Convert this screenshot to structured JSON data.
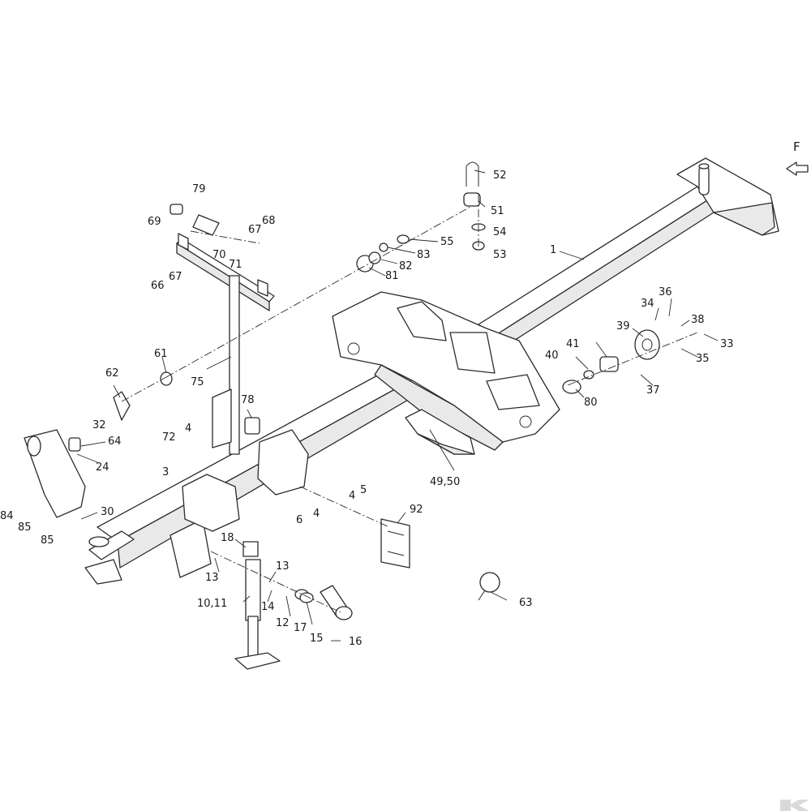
{
  "diagram": {
    "view_letter": "F",
    "labels": [
      {
        "id": "l1",
        "text": "1"
      },
      {
        "id": "l3",
        "text": "3"
      },
      {
        "id": "l4a",
        "text": "4"
      },
      {
        "id": "l4b",
        "text": "4"
      },
      {
        "id": "l4c",
        "text": "4"
      },
      {
        "id": "l5",
        "text": "5"
      },
      {
        "id": "l6",
        "text": "6"
      },
      {
        "id": "l1011",
        "text": "10,11"
      },
      {
        "id": "l12",
        "text": "12"
      },
      {
        "id": "l13a",
        "text": "13"
      },
      {
        "id": "l13b",
        "text": "13"
      },
      {
        "id": "l14",
        "text": "14"
      },
      {
        "id": "l15",
        "text": "15"
      },
      {
        "id": "l16",
        "text": "16"
      },
      {
        "id": "l17",
        "text": "17"
      },
      {
        "id": "l18",
        "text": "18"
      },
      {
        "id": "l24",
        "text": "24"
      },
      {
        "id": "l30",
        "text": "30"
      },
      {
        "id": "l32",
        "text": "32"
      },
      {
        "id": "l33",
        "text": "33"
      },
      {
        "id": "l34",
        "text": "34"
      },
      {
        "id": "l35",
        "text": "35"
      },
      {
        "id": "l36",
        "text": "36"
      },
      {
        "id": "l37",
        "text": "37"
      },
      {
        "id": "l38",
        "text": "38"
      },
      {
        "id": "l39",
        "text": "39"
      },
      {
        "id": "l40",
        "text": "40"
      },
      {
        "id": "l41",
        "text": "41"
      },
      {
        "id": "l4950",
        "text": "49,50"
      },
      {
        "id": "l51",
        "text": "51"
      },
      {
        "id": "l52",
        "text": "52"
      },
      {
        "id": "l53",
        "text": "53"
      },
      {
        "id": "l54",
        "text": "54"
      },
      {
        "id": "l55",
        "text": "55"
      },
      {
        "id": "l61",
        "text": "61"
      },
      {
        "id": "l62",
        "text": "62"
      },
      {
        "id": "l63",
        "text": "63"
      },
      {
        "id": "l64",
        "text": "64"
      },
      {
        "id": "l66",
        "text": "66"
      },
      {
        "id": "l67a",
        "text": "67"
      },
      {
        "id": "l67b",
        "text": "67"
      },
      {
        "id": "l68",
        "text": "68"
      },
      {
        "id": "l69",
        "text": "69"
      },
      {
        "id": "l70",
        "text": "70"
      },
      {
        "id": "l71",
        "text": "71"
      },
      {
        "id": "l72",
        "text": "72"
      },
      {
        "id": "l75",
        "text": "75"
      },
      {
        "id": "l78",
        "text": "78"
      },
      {
        "id": "l79",
        "text": "79"
      },
      {
        "id": "l80",
        "text": "80"
      },
      {
        "id": "l81",
        "text": "81"
      },
      {
        "id": "l82",
        "text": "82"
      },
      {
        "id": "l83",
        "text": "83"
      },
      {
        "id": "l84",
        "text": "84"
      },
      {
        "id": "l85a",
        "text": "85"
      },
      {
        "id": "l85b",
        "text": "85"
      },
      {
        "id": "l92",
        "text": "92"
      }
    ]
  },
  "icons": {
    "view-arrow": "arrow-down-left-icon",
    "brand-logo": "k-logo-icon"
  },
  "colors": {
    "line": "#2b2b2b",
    "background": "#ffffff",
    "logo": "#d9d9d9"
  }
}
